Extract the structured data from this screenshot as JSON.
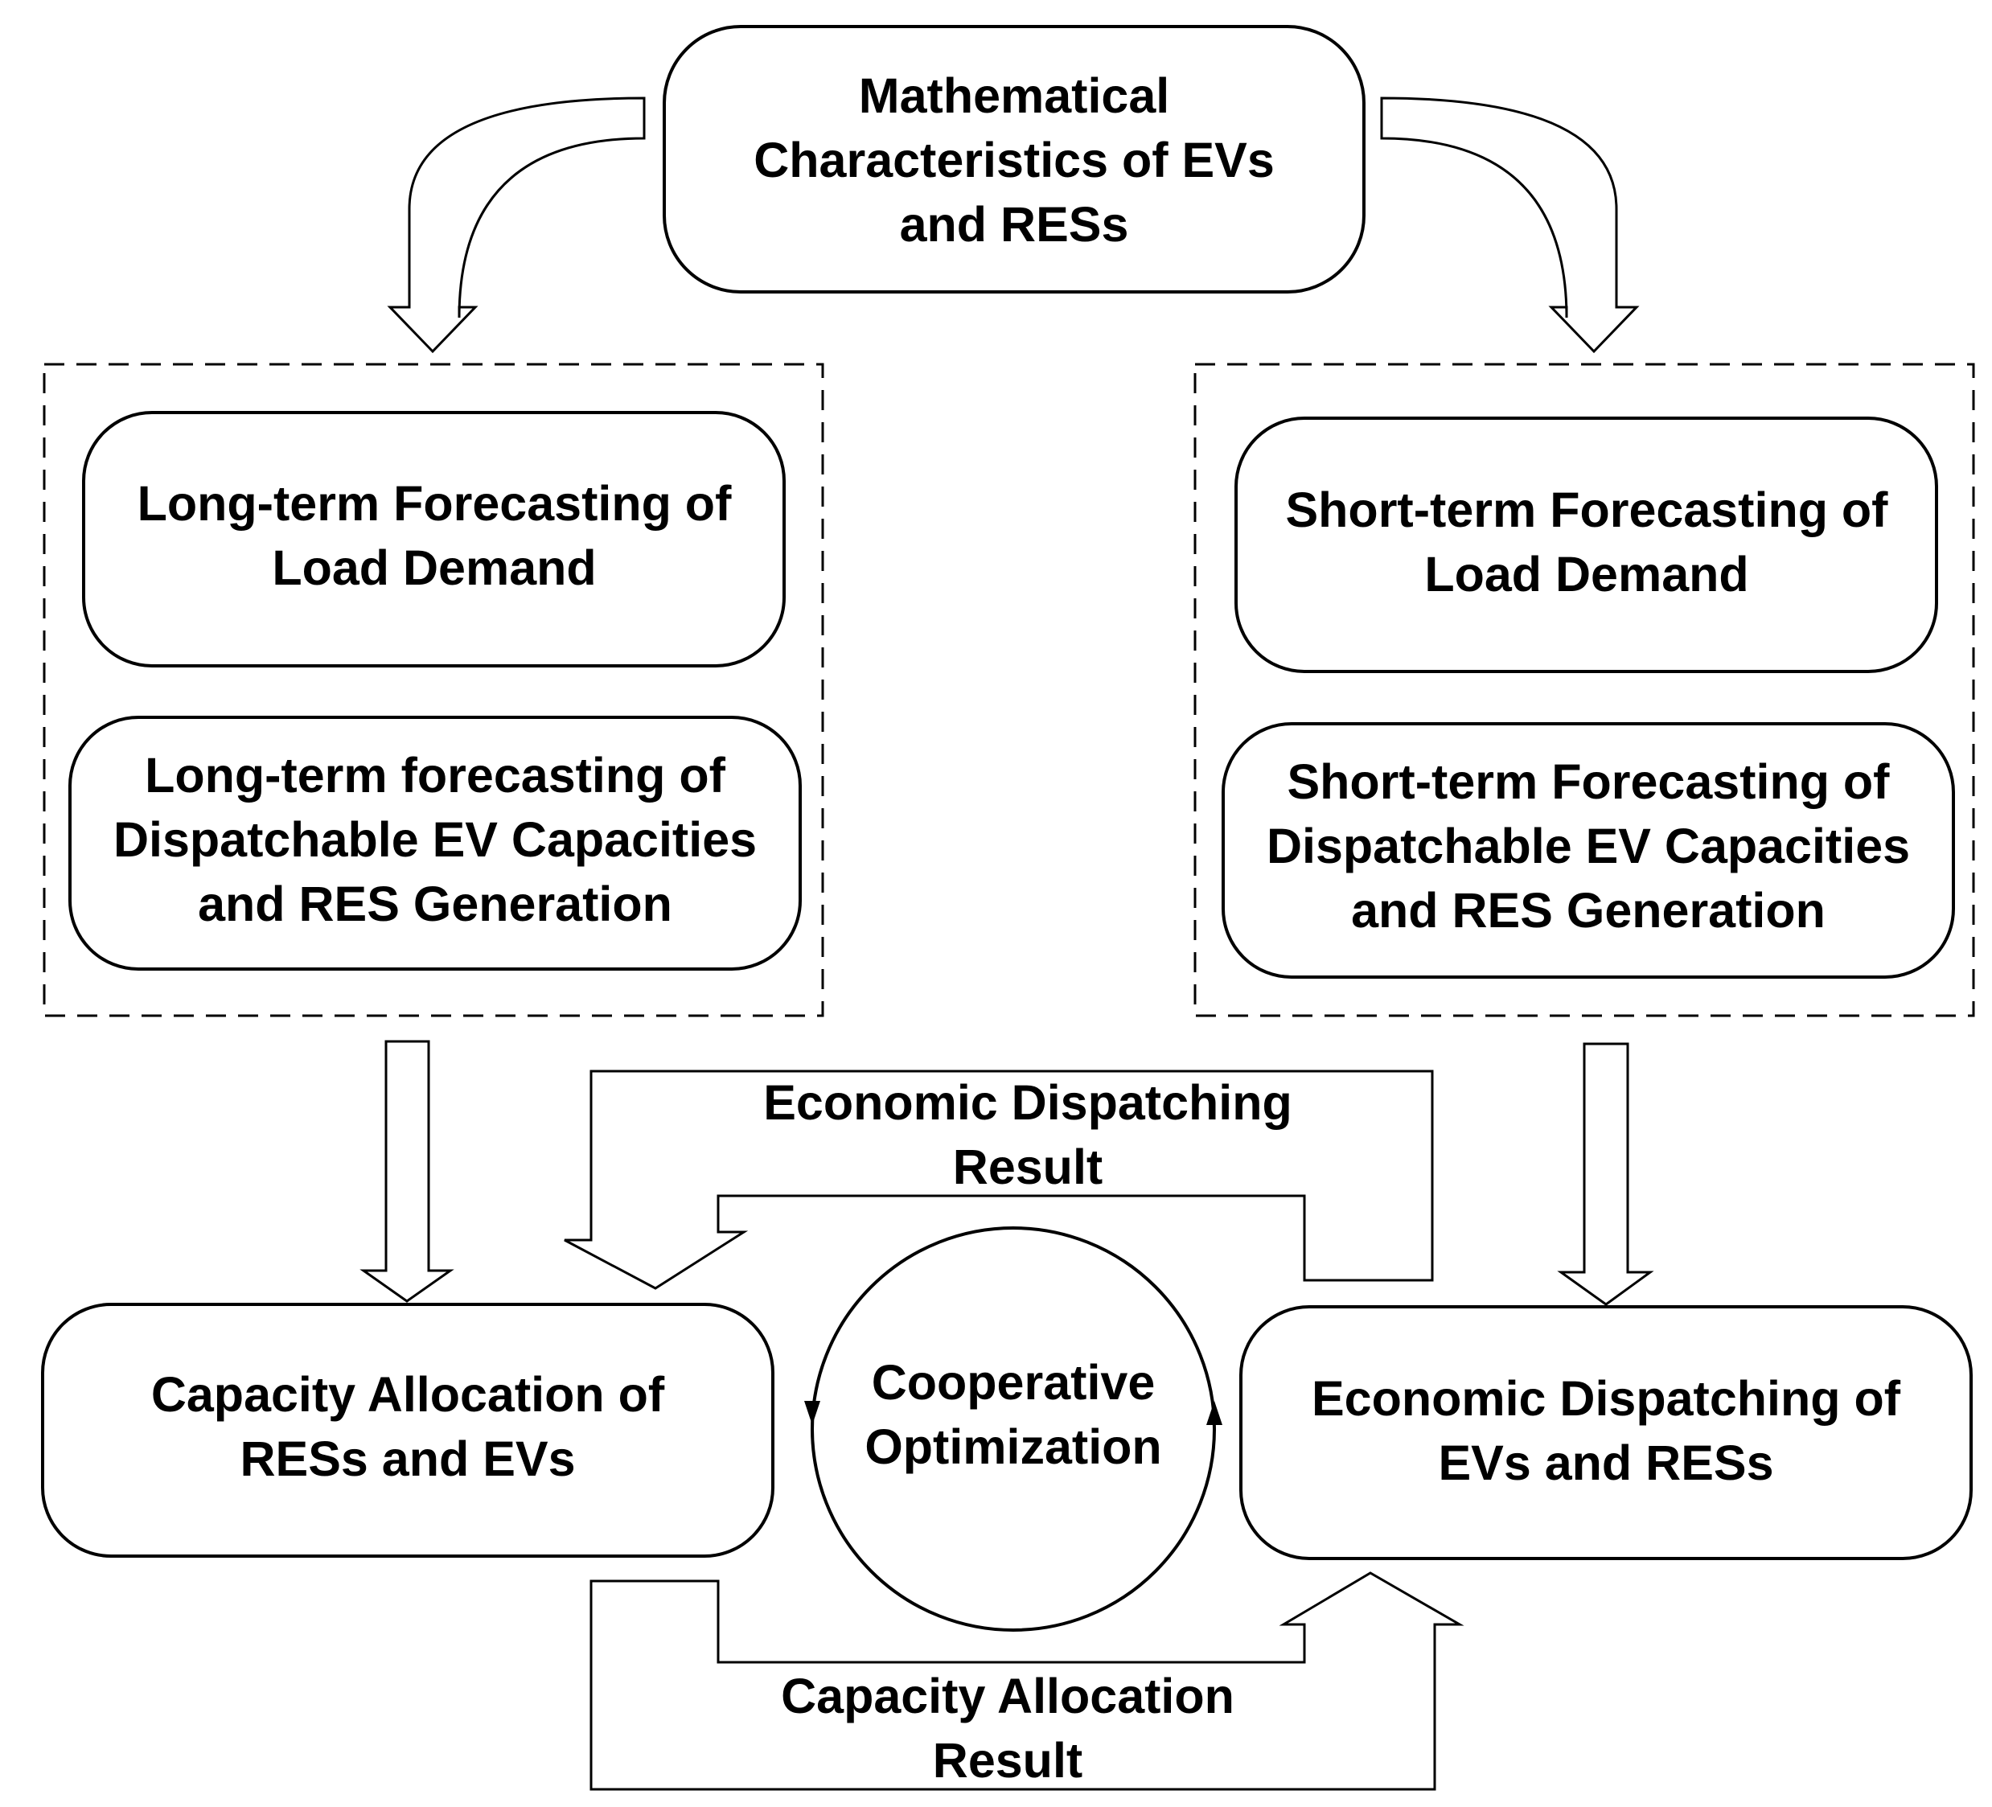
{
  "top_box": {
    "lines": [
      "Mathematical",
      "Characteristics of EVs",
      "and RESs"
    ]
  },
  "long_term": {
    "load_box": {
      "lines": [
        "Long-term Forecasting of",
        "Load Demand"
      ]
    },
    "capacity_box": {
      "lines": [
        "Long-term forecasting of",
        "Dispatchable EV Capacities",
        "and RES Generation"
      ]
    }
  },
  "short_term": {
    "load_box": {
      "lines": [
        "Short-term Forecasting of",
        "Load Demand"
      ]
    },
    "capacity_box": {
      "lines": [
        "Short-term Forecasting of",
        "Dispatchable EV Capacities",
        "and RES Generation"
      ]
    }
  },
  "capacity_allocation_box": {
    "lines": [
      "Capacity Allocation of",
      "RESs and  EVs"
    ]
  },
  "economic_dispatching_box": {
    "lines": [
      "Economic Dispatching of",
      "EVs and RESs"
    ]
  },
  "cooperative_circle": {
    "lines": [
      "Cooperative",
      "Optimization"
    ]
  },
  "economic_result_label": {
    "lines": [
      "Economic Dispatching",
      "Result"
    ]
  },
  "capacity_result_label": {
    "lines": [
      "Capacity Allocation",
      "Result"
    ]
  }
}
